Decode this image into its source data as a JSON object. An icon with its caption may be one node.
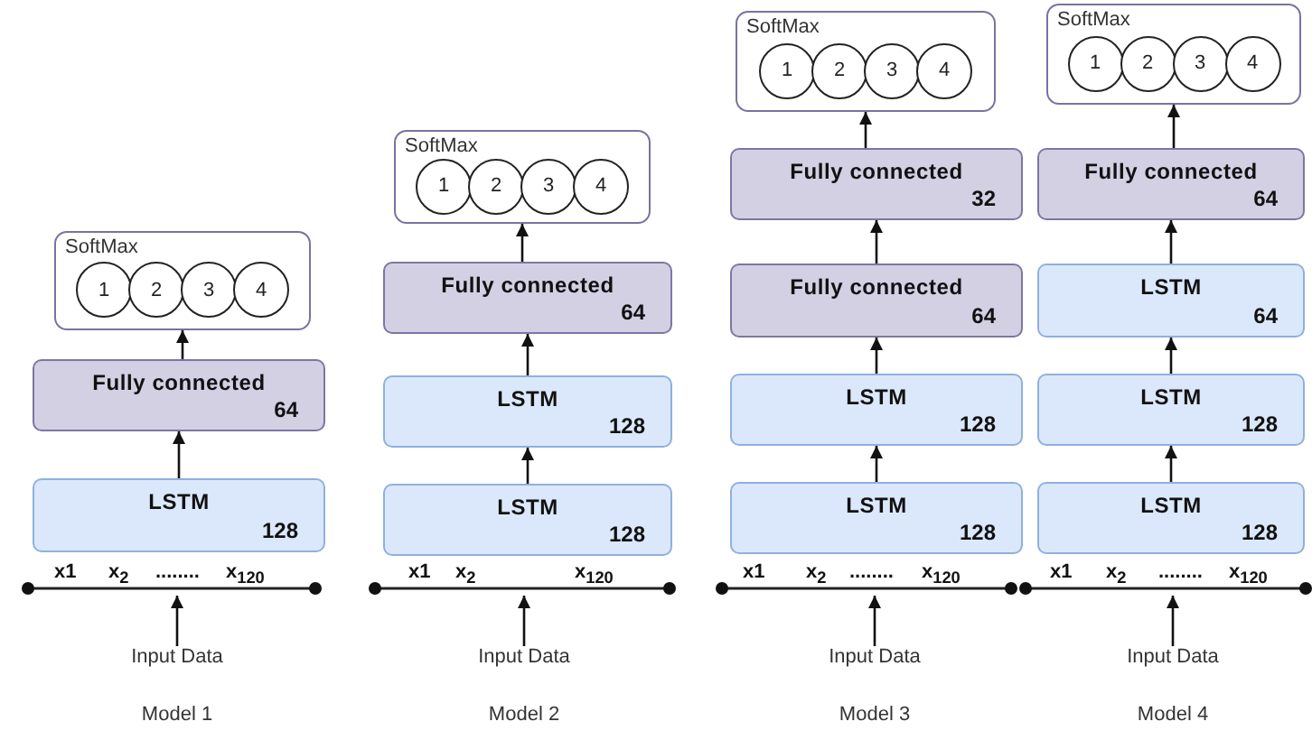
{
  "diagram": {
    "nodes": [
      {
        "text": [
          "SoftMax"
        ]
      },
      {
        "text": [
          "1"
        ],
        "in": 0
      },
      {
        "text": [
          "2"
        ],
        "in": 0
      },
      {
        "text": [
          "3"
        ],
        "in": 0
      },
      {
        "text": [
          "4"
        ],
        "in": 0
      },
      {
        "text": [
          "Fully connected",
          "64"
        ]
      },
      {
        "text": [
          "LSTM",
          "128"
        ]
      },
      {
        "text": [],
        "shape": "bar"
      },
      {
        "text": [
          "Input Data"
        ]
      },
      {
        "text": [
          "SoftMax"
        ]
      },
      {
        "text": [
          "1"
        ],
        "in": 9
      },
      {
        "text": [
          "2"
        ],
        "in": 9
      },
      {
        "text": [
          "3"
        ],
        "in": 9
      },
      {
        "text": [
          "4"
        ],
        "in": 9
      },
      {
        "text": [
          "Fully connected",
          "64"
        ]
      },
      {
        "text": [
          "LSTM",
          "128"
        ]
      },
      {
        "text": [
          "LSTM",
          "128"
        ]
      },
      {
        "text": [],
        "shape": "bar"
      },
      {
        "text": [
          "Input Data"
        ]
      },
      {
        "text": [
          "SoftMax"
        ]
      },
      {
        "text": [
          "1"
        ],
        "in": 19
      },
      {
        "text": [
          "2"
        ],
        "in": 19
      },
      {
        "text": [
          "3"
        ],
        "in": 19
      },
      {
        "text": [
          "4"
        ],
        "in": 19
      },
      {
        "text": [
          "Fully connected",
          "32"
        ]
      },
      {
        "text": [
          "Fully connected",
          "64"
        ]
      },
      {
        "text": [
          "LSTM",
          "128"
        ]
      },
      {
        "text": [
          "LSTM",
          "128"
        ]
      },
      {
        "text": [],
        "shape": "bar"
      },
      {
        "text": [
          "Input Data"
        ]
      },
      {
        "text": [
          "SoftMax"
        ]
      },
      {
        "text": [
          "1"
        ],
        "in": 30
      },
      {
        "text": [
          "2"
        ],
        "in": 30
      },
      {
        "text": [
          "3"
        ],
        "in": 30
      },
      {
        "text": [
          "4"
        ],
        "in": 30
      },
      {
        "text": [
          "Fully connected",
          "64"
        ]
      },
      {
        "text": [
          "LSTM",
          "64"
        ]
      },
      {
        "text": [
          "LSTM",
          "128"
        ]
      },
      {
        "text": [
          "LSTM",
          "128"
        ]
      },
      {
        "text": [],
        "shape": "bar"
      },
      {
        "text": [
          "Input Data"
        ]
      }
    ],
    "edges": [
      {
        "from": 8,
        "to": 7,
        "arrow": "to"
      },
      {
        "from": 6,
        "to": 5,
        "arrow": "to"
      },
      {
        "from": 5,
        "to": 0,
        "arrow": "to"
      },
      {
        "from": 18,
        "to": 17,
        "arrow": "to"
      },
      {
        "from": 16,
        "to": 15,
        "arrow": "to"
      },
      {
        "from": 15,
        "to": 14,
        "arrow": "to"
      },
      {
        "from": 14,
        "to": 9,
        "arrow": "to"
      },
      {
        "from": 29,
        "to": 28,
        "arrow": "to"
      },
      {
        "from": 27,
        "to": 26,
        "arrow": "to"
      },
      {
        "from": 26,
        "to": 25,
        "arrow": "to"
      },
      {
        "from": 25,
        "to": 24,
        "arrow": "to"
      },
      {
        "from": 24,
        "to": 19,
        "arrow": "to"
      },
      {
        "from": 40,
        "to": 39,
        "arrow": "to"
      },
      {
        "from": 38,
        "to": 37,
        "arrow": "to"
      },
      {
        "from": 37,
        "to": 36,
        "arrow": "to"
      },
      {
        "from": 36,
        "to": 35,
        "arrow": "to"
      },
      {
        "from": 35,
        "to": 30,
        "arrow": "to"
      }
    ],
    "labels": [
      "x1",
      "x$_{2}$",
      "........",
      "x$_{120}$",
      "Model 1",
      "x1",
      "x$_{2}$",
      "x$_{120}$",
      "Model 2",
      "x1",
      "x$_{2}$",
      "........",
      "x$_{120}$",
      "Model 3",
      "x1",
      "x$_{2}$",
      "........",
      "x$_{120}$",
      "Model 4"
    ]
  }
}
